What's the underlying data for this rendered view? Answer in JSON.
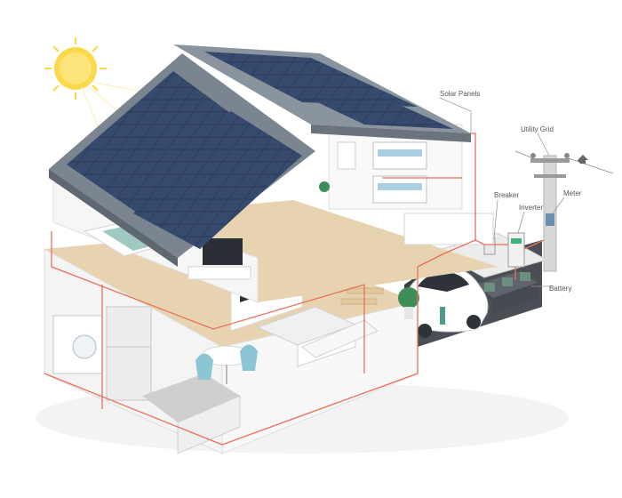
{
  "labels": {
    "solar_panels": "Solar Panels",
    "utility_grid": "Utility Grid",
    "breaker": "Breaker",
    "inverter": "Inverter",
    "meter": "Meter",
    "battery": "Battery"
  },
  "colors": {
    "wire": "#e8705a",
    "panel": "#2f3f5f",
    "floor": "#e8d3b0",
    "roof": "#7b8590",
    "wall": "#f4f4f4",
    "sun": "#fbd94a",
    "accent_green": "#3cb37b"
  }
}
